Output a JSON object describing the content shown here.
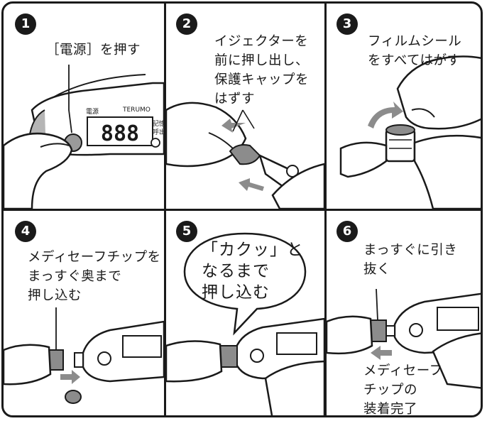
{
  "steps": [
    {
      "number": "1",
      "lines": [
        "［電源］を押す"
      ]
    },
    {
      "number": "2",
      "lines": [
        "イジェクターを",
        "前に押し出し、",
        "保護キャップを",
        "はずす"
      ]
    },
    {
      "number": "3",
      "lines": [
        "フィルムシール",
        "をすべてはがす"
      ]
    },
    {
      "number": "4",
      "lines": [
        "メディセーフチップを",
        "まっすぐ奥まで",
        "押し込む"
      ]
    },
    {
      "number": "5",
      "lines": [
        "「カクッ」と",
        "なるまで",
        "押し込む"
      ]
    },
    {
      "number": "6",
      "lines": [
        "まっすぐに引き",
        "抜く"
      ],
      "note_lines": [
        "メディセーフ",
        "チップの",
        "装着完了"
      ]
    }
  ],
  "device": {
    "brand": "TERUMO",
    "display_digits": "888",
    "power_label": "電源",
    "side_labels": [
      "記憶",
      "呼出"
    ]
  }
}
